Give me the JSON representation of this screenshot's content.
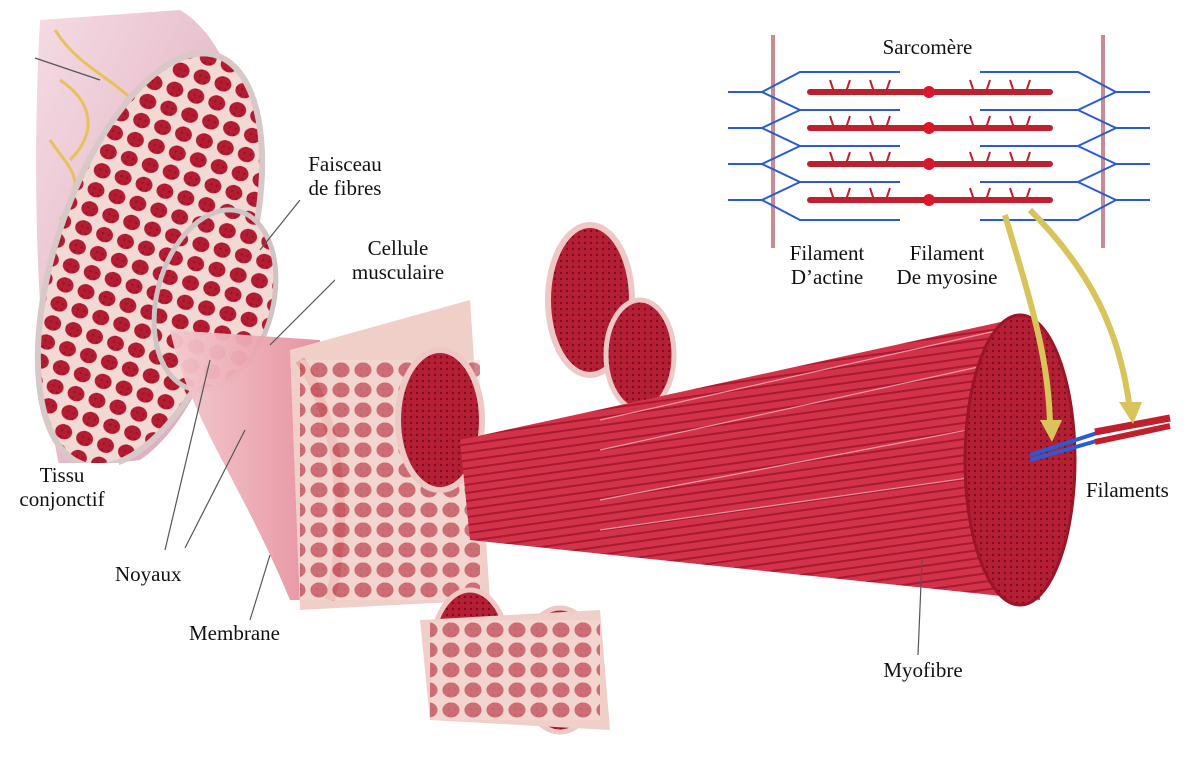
{
  "labels": {
    "sarcomere": "Sarcomère",
    "faisceau_line1": "Faisceau",
    "faisceau_line2": "de fibres",
    "cellule_line1": "Cellule",
    "cellule_line2": "musculaire",
    "actine_line1": "Filament",
    "actine_line2": "D’actine",
    "myosine_line1": "Filament",
    "myosine_line2": "De myosine",
    "tissu_line1": "Tissu",
    "tissu_line2": "conjonctif",
    "noyaux": "Noyaux",
    "membrane": "Membrane",
    "myofibre": "Myofibre",
    "filaments": "Filaments"
  },
  "colors": {
    "muscle_red": "#c8283c",
    "muscle_dark": "#8e1024",
    "muscle_pink": "#e7a8b0",
    "actin_blue": "#2a5bd6",
    "myosin_red": "#c0202c",
    "z_line": "#c98a92",
    "arrow_yellow": "#d8c45a"
  }
}
